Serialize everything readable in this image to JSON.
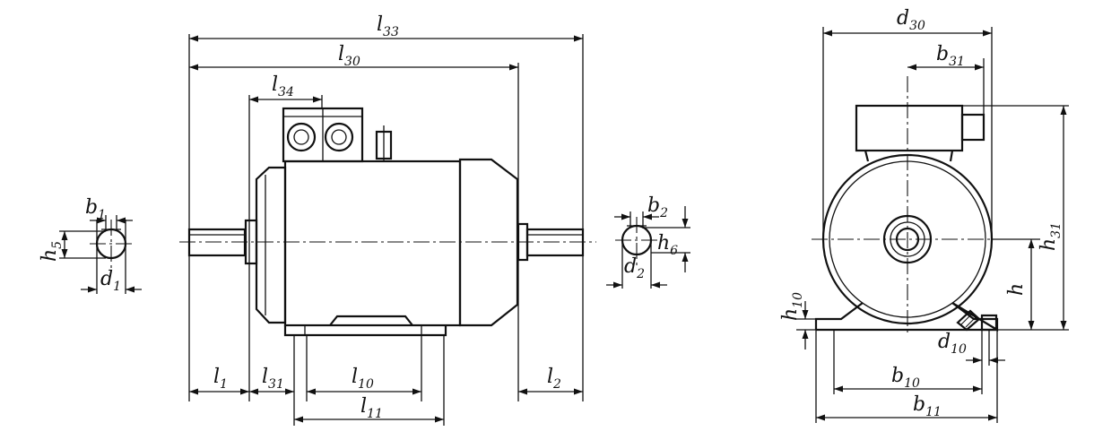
{
  "labels": {
    "l33": {
      "base": "l",
      "sub": "33"
    },
    "l30": {
      "base": "l",
      "sub": "30"
    },
    "l34": {
      "base": "l",
      "sub": "34"
    },
    "l1": {
      "base": "l",
      "sub": "1"
    },
    "l31": {
      "base": "l",
      "sub": "31"
    },
    "l10": {
      "base": "l",
      "sub": "10"
    },
    "l11": {
      "base": "l",
      "sub": "11"
    },
    "l2": {
      "base": "l",
      "sub": "2"
    },
    "b1": {
      "base": "b",
      "sub": "1"
    },
    "h5": {
      "base": "h",
      "sub": "5"
    },
    "d1": {
      "base": "d",
      "sub": "1"
    },
    "b2": {
      "base": "b",
      "sub": "2"
    },
    "h6": {
      "base": "h",
      "sub": "6"
    },
    "d2": {
      "base": "d",
      "sub": "2"
    },
    "d30": {
      "base": "d",
      "sub": "30"
    },
    "b31": {
      "base": "b",
      "sub": "31"
    },
    "h31": {
      "base": "h",
      "sub": "31"
    },
    "h": {
      "base": "h",
      "sub": ""
    },
    "h10": {
      "base": "h",
      "sub": "10"
    },
    "d10": {
      "base": "d",
      "sub": "10"
    },
    "b10": {
      "base": "b",
      "sub": "10"
    },
    "b11": {
      "base": "b",
      "sub": "11"
    }
  }
}
